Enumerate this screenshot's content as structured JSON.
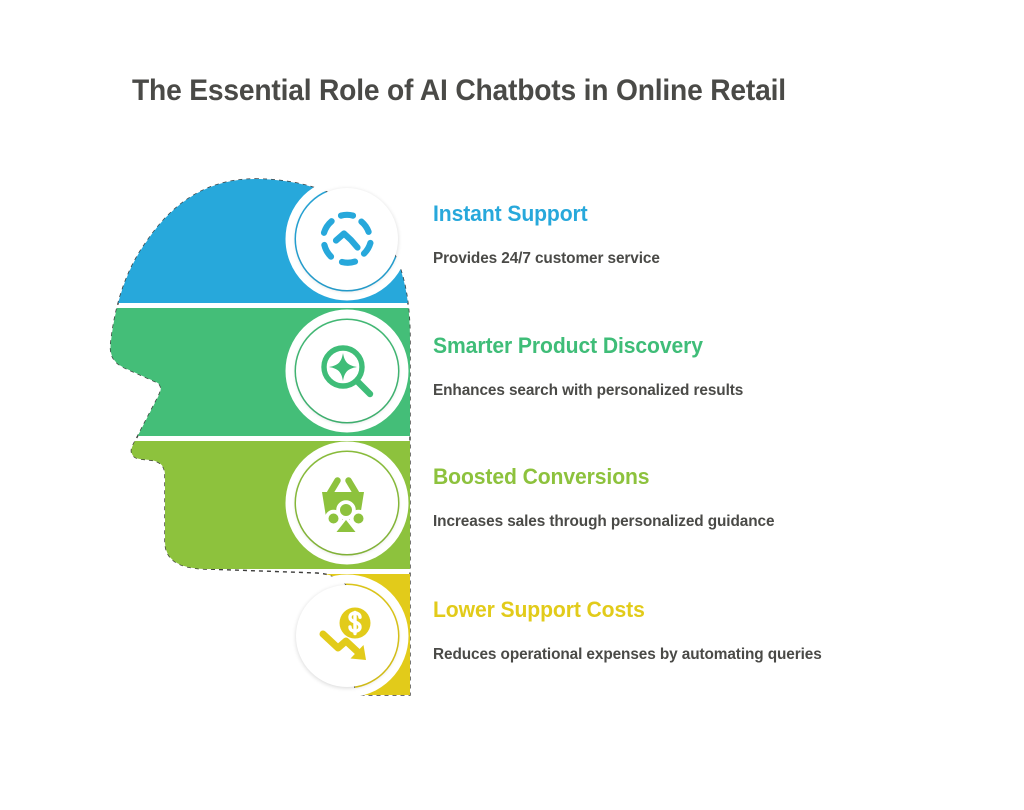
{
  "page": {
    "title": "The Essential Role of AI Chatbots in Online Retail",
    "background_color": "#ffffff",
    "title_color": "#4a4a47",
    "body_text_color": "#4a4a47"
  },
  "graphic": {
    "name": "head-profile-silhouette",
    "description": "Side profile of a human head split into four horizontal colored bands"
  },
  "sections": [
    {
      "heading": "Instant Support",
      "description": "Provides 24/7 customer service",
      "color": "#27a8db",
      "icon": "chat-support-dashed-circle-icon",
      "band": "band-1-blue"
    },
    {
      "heading": "Smarter Product Discovery",
      "description": "Enhances search with personalized results",
      "color": "#44be78",
      "icon": "magnifier-sparkle-icon",
      "band": "band-2-green"
    },
    {
      "heading": "Boosted Conversions",
      "description": "Increases sales through personalized guidance",
      "color": "#8dc23d",
      "icon": "shopping-basket-growth-icon",
      "band": "band-3-olive"
    },
    {
      "heading": "Lower Support Costs",
      "description": "Reduces operational expenses by automating queries",
      "color": "#e2cb1a",
      "icon": "dollar-down-arrow-icon",
      "band": "band-4-yellow"
    }
  ],
  "chart_data": {
    "type": "diagram",
    "title": "The Essential Role of AI Chatbots in Online Retail",
    "categories": [
      "Instant Support",
      "Smarter Product Discovery",
      "Boosted Conversions",
      "Lower Support Costs"
    ],
    "values": [
      "Provides 24/7 customer service",
      "Enhances search with personalized results",
      "Increases sales through personalized guidance",
      "Reduces operational expenses by automating queries"
    ],
    "colors": [
      "#27a8db",
      "#44be78",
      "#8dc23d",
      "#e2cb1a"
    ],
    "legend": "none",
    "grid": false
  }
}
